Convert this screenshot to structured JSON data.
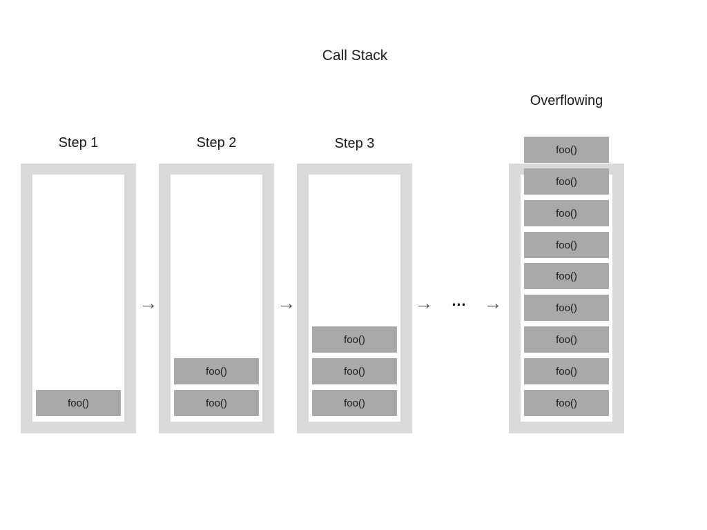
{
  "title": "Call Stack",
  "columns": [
    {
      "label": "Step 1",
      "frames": [
        "foo()"
      ]
    },
    {
      "label": "Step 2",
      "frames": [
        "foo()",
        "foo()"
      ]
    },
    {
      "label": "Step 3",
      "frames": [
        "foo()",
        "foo()",
        "foo()"
      ]
    },
    {
      "label": "Overflowing",
      "frames": [
        "foo()",
        "foo()",
        "foo()",
        "foo()",
        "foo()",
        "foo()",
        "foo()",
        "foo()",
        "foo()"
      ]
    }
  ],
  "separators": {
    "arrow": "→",
    "ellipsis": "…"
  },
  "colors": {
    "background": "#ffffff",
    "container": "#d9d9d9",
    "inner": "#ffffff",
    "frame": "#a9a9a9",
    "text": "#1a1a1a",
    "arrow": "#4f4f4f",
    "ellipsis": "#111111"
  }
}
